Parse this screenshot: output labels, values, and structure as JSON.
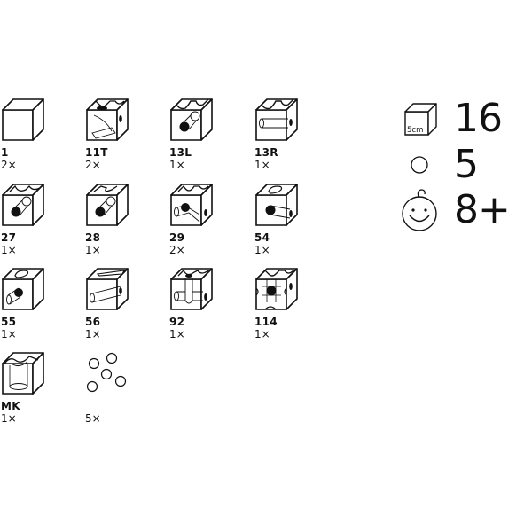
{
  "pieces": [
    {
      "code": "1",
      "qty": "2×"
    },
    {
      "code": "11T",
      "qty": "2×"
    },
    {
      "code": "13L",
      "qty": "1×"
    },
    {
      "code": "13R",
      "qty": "1×"
    },
    {
      "code": "27",
      "qty": "1×"
    },
    {
      "code": "28",
      "qty": "1×"
    },
    {
      "code": "29",
      "qty": "2×"
    },
    {
      "code": "54",
      "qty": "1×"
    },
    {
      "code": "55",
      "qty": "1×"
    },
    {
      "code": "56",
      "qty": "1×"
    },
    {
      "code": "92",
      "qty": "1×"
    },
    {
      "code": "114",
      "qty": "1×"
    },
    {
      "code": "MK",
      "qty": "1×"
    },
    {
      "code": "",
      "qty": "5×"
    }
  ],
  "stats": {
    "cube_label": "5cm",
    "cube_count": "16",
    "ball_count": "5",
    "age": "8+"
  }
}
